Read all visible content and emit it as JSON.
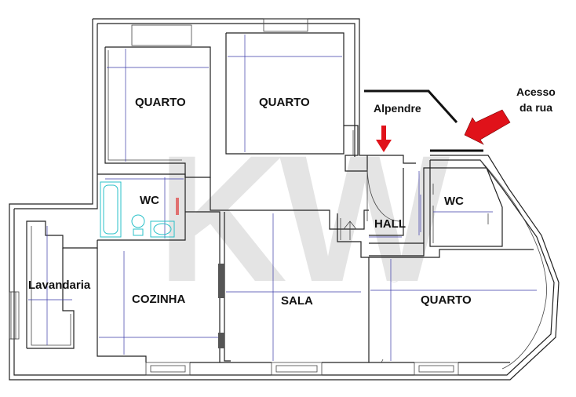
{
  "rooms": {
    "quarto_left": "QUARTO",
    "quarto_mid": "QUARTO",
    "wc_left": "WC",
    "wc_right": "WC",
    "hall": "HALL",
    "lavandaria": "Lavandaria",
    "cozinha": "COZINHA",
    "sala": "SALA",
    "quarto_right": "QUARTO"
  },
  "annotations": {
    "alpendre": "Alpendre",
    "acesso_line1": "Acesso",
    "acesso_line2": "da rua"
  },
  "watermark": {
    "text": "KW",
    "mark": "®"
  },
  "colors": {
    "arrow": "#e0121a",
    "dimension": "#3a3aa8",
    "fixture": "#28c0c8",
    "watermark": "#cfcfcf"
  }
}
